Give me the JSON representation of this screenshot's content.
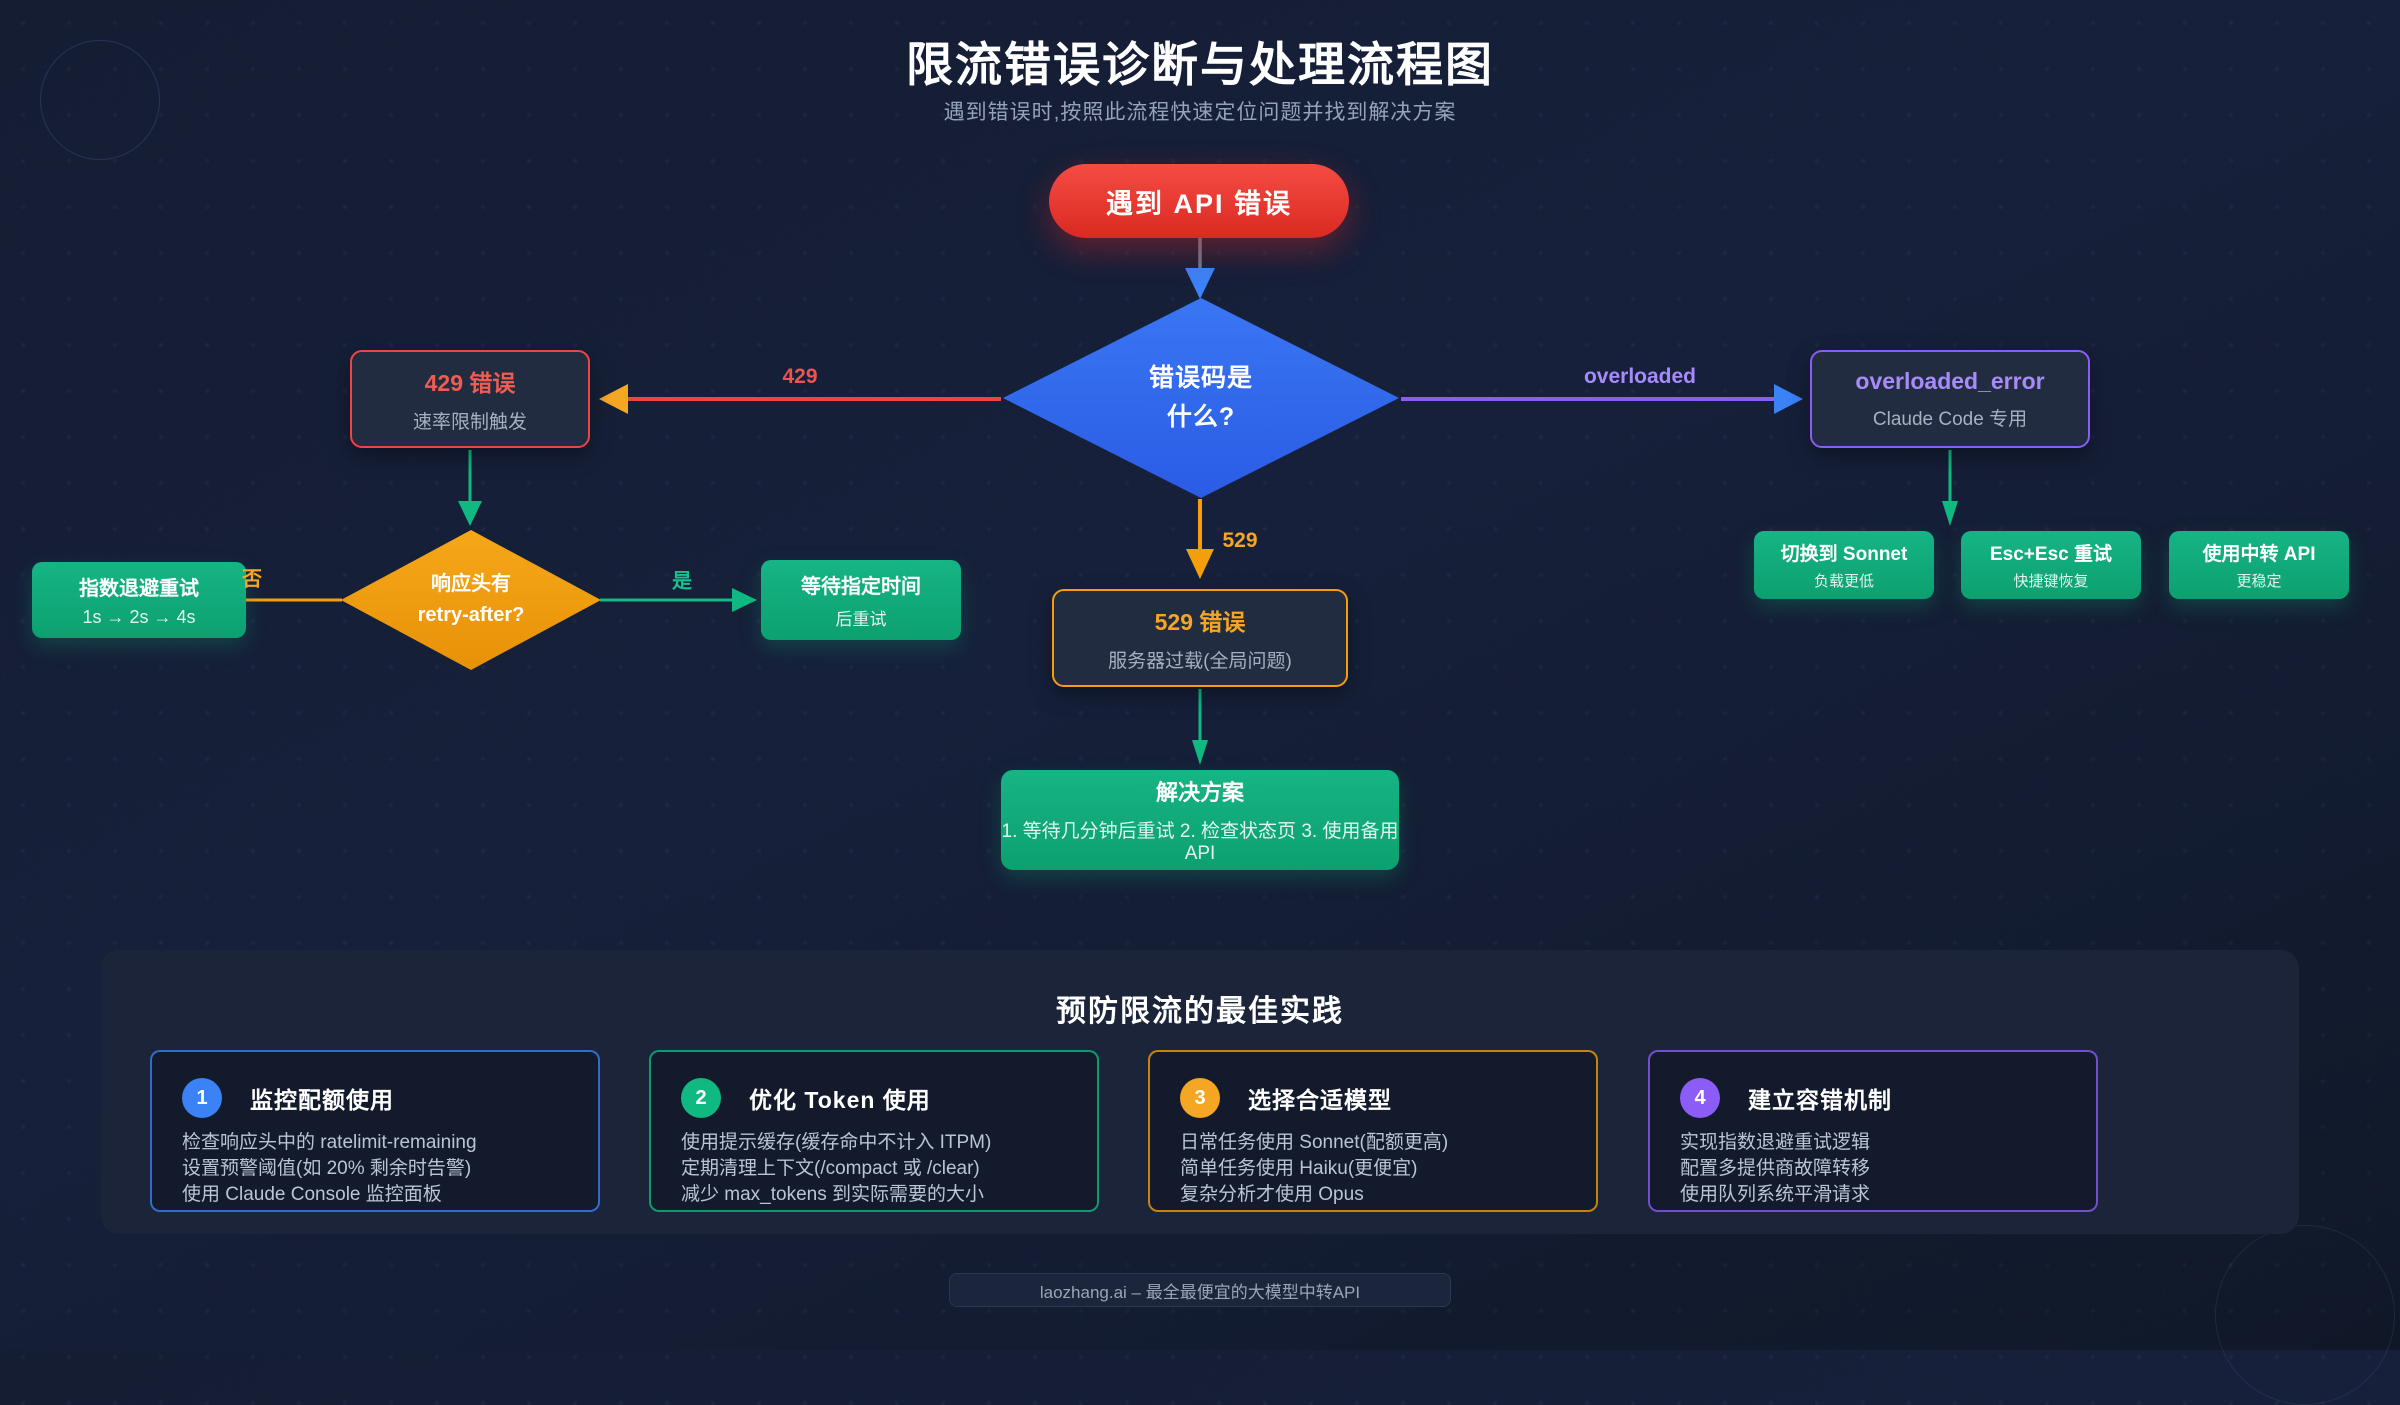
{
  "header": {
    "title": "限流错误诊断与处理流程图",
    "subtitle": "遇到错误时,按照此流程快速定位问题并找到解决方案"
  },
  "flowchart": {
    "start": {
      "label": "遇到 API 错误"
    },
    "decision_main": {
      "line1": "错误码是",
      "line2": "什么?"
    },
    "edge_labels": {
      "e429": "429",
      "eoverloaded": "overloaded",
      "e529": "529",
      "no": "否",
      "yes": "是"
    },
    "node_429": {
      "title": "429 错误",
      "subtitle": "速率限制触发"
    },
    "node_overloaded": {
      "title": "overloaded_error",
      "subtitle": "Claude Code 专用"
    },
    "node_529": {
      "title": "529 错误",
      "subtitle": "服务器过载(全局问题)"
    },
    "decision_retry": {
      "line1": "响应头有",
      "line2": "retry-after?"
    },
    "node_backoff": {
      "title": "指数退避重试",
      "subtitle": "1s → 2s → 4s"
    },
    "node_wait": {
      "title": "等待指定时间",
      "subtitle": "后重试"
    },
    "actions": [
      {
        "title": "切换到 Sonnet",
        "subtitle": "负载更低"
      },
      {
        "title": "Esc+Esc 重试",
        "subtitle": "快捷键恢复"
      },
      {
        "title": "使用中转 API",
        "subtitle": "更稳定"
      }
    ],
    "node_solution": {
      "title": "解决方案",
      "subtitle": "1. 等待几分钟后重试 2. 检查状态页 3. 使用备用API"
    }
  },
  "best_practices": {
    "heading": "预防限流的最佳实践",
    "cards": [
      {
        "number": "1",
        "title": "监控配额使用",
        "lines": [
          "检查响应头中的 ratelimit-remaining",
          "设置预警阈值(如 20% 剩余时告警)",
          "使用 Claude Console 监控面板"
        ]
      },
      {
        "number": "2",
        "title": "优化 Token 使用",
        "lines": [
          "使用提示缓存(缓存命中不计入 ITPM)",
          "定期清理上下文(/compact 或 /clear)",
          "减少 max_tokens 到实际需要的大小"
        ]
      },
      {
        "number": "3",
        "title": "选择合适模型",
        "lines": [
          "日常任务使用 Sonnet(配额更高)",
          "简单任务使用 Haiku(更便宜)",
          "复杂分析才使用 Opus"
        ]
      },
      {
        "number": "4",
        "title": "建立容错机制",
        "lines": [
          "实现指数退避重试逻辑",
          "配置多提供商故障转移",
          "使用队列系统平滑请求"
        ]
      }
    ]
  },
  "footer": {
    "text": "laozhang.ai – 最全最便宜的大模型中转API"
  },
  "colors": {
    "background": "#151d33",
    "red": "#ef4444",
    "blue": "#3b82f6",
    "orange": "#f5a623",
    "green": "#10b981",
    "purple": "#8b5cf6",
    "muted_text": "#94a3b8"
  }
}
